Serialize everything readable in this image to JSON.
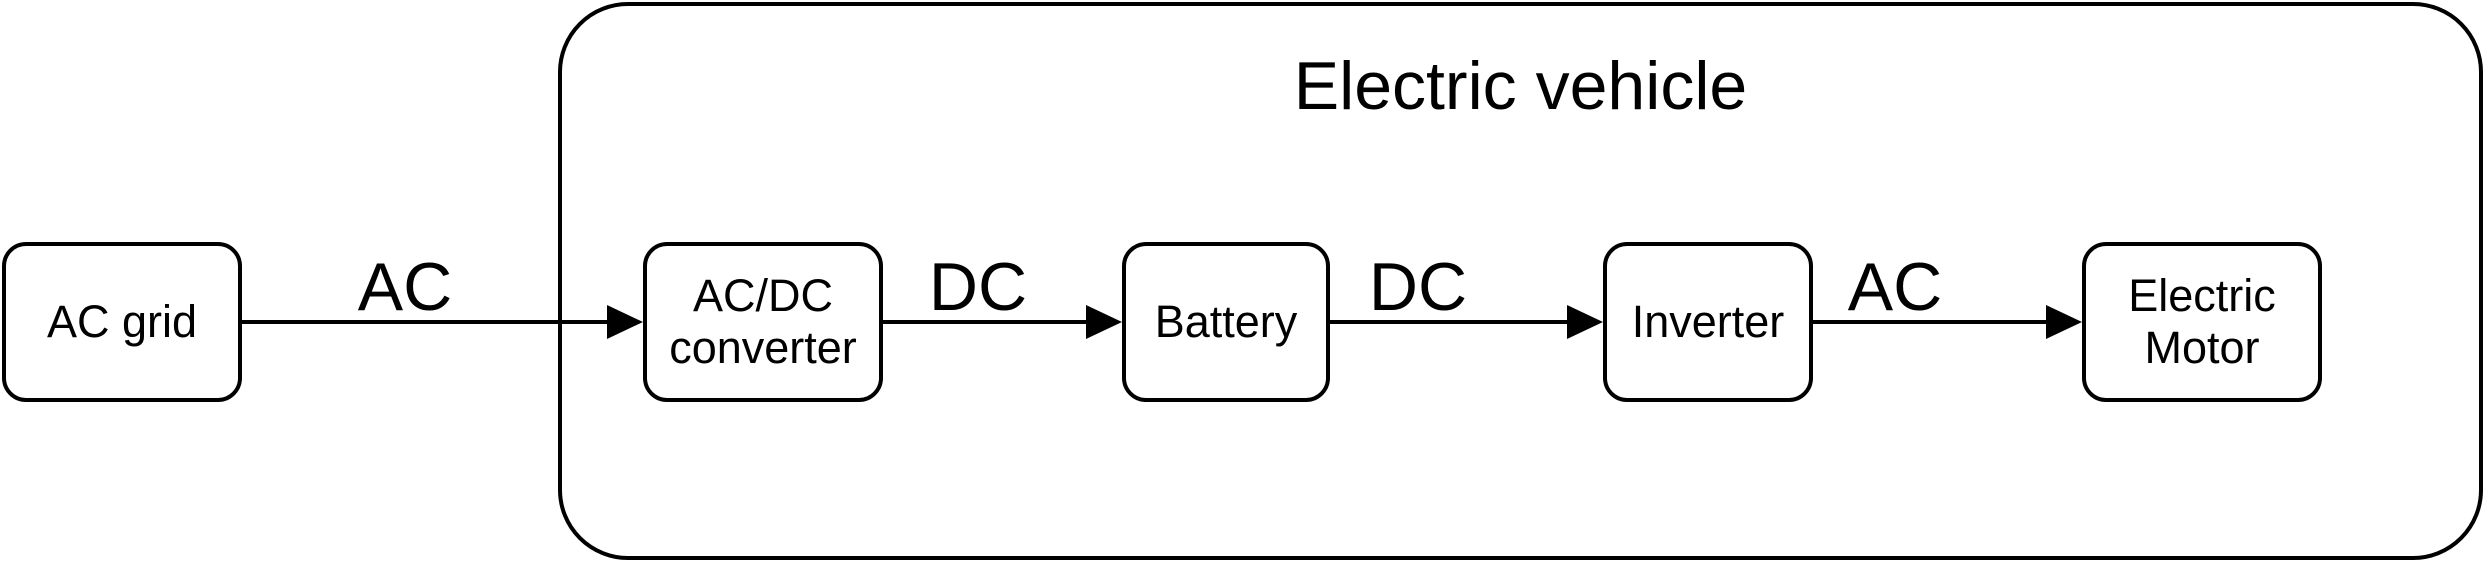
{
  "diagram": {
    "type": "block-diagram",
    "colors": {
      "stroke": "#000000",
      "text": "#000000",
      "background": "#ffffff"
    },
    "container": {
      "label": "Electric vehicle",
      "contains": [
        "AC/DC converter",
        "Battery",
        "Inverter",
        "Electric Motor"
      ]
    },
    "nodes": [
      {
        "id": "ac-grid",
        "label": "AC grid"
      },
      {
        "id": "acdc-converter",
        "label": "AC/DC converter"
      },
      {
        "id": "battery",
        "label": "Battery"
      },
      {
        "id": "inverter",
        "label": "Inverter"
      },
      {
        "id": "electric-motor",
        "label": "Electric Motor"
      }
    ],
    "edges": [
      {
        "from": "AC grid",
        "to": "AC/DC converter",
        "label": "AC"
      },
      {
        "from": "AC/DC converter",
        "to": "Battery",
        "label": "DC"
      },
      {
        "from": "Battery",
        "to": "Inverter",
        "label": "DC"
      },
      {
        "from": "Inverter",
        "to": "Electric Motor",
        "label": "AC"
      }
    ]
  }
}
